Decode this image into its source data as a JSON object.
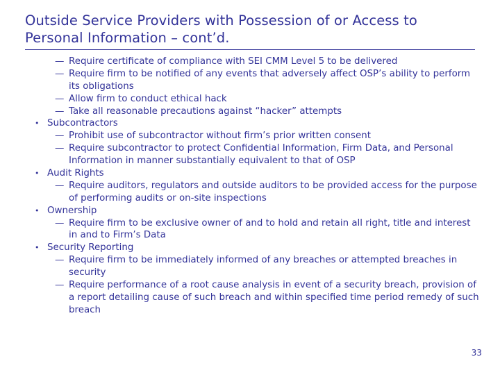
{
  "slide": {
    "title": "Outside Service Providers with Possession of or Access to Personal Information – cont’d.",
    "page_number": "33",
    "accent_color": "#333399",
    "dash_marker": "—",
    "dot_marker": "•",
    "lines": [
      {
        "level": 2,
        "text": "Require certificate of compliance with SEI CMM Level 5 to be delivered"
      },
      {
        "level": 2,
        "text": "Require firm to be notified of any events that adversely affect OSP’s ability to perform its obligations"
      },
      {
        "level": 2,
        "text": "Allow firm to conduct ethical hack"
      },
      {
        "level": 2,
        "text": "Take all reasonable precautions against “hacker” attempts"
      },
      {
        "level": 1,
        "text": "Subcontractors"
      },
      {
        "level": 2,
        "text": "Prohibit use of subcontractor without firm’s prior written consent"
      },
      {
        "level": 2,
        "text": "Require subcontractor to protect Confidential Information, Firm Data, and Personal Information in manner substantially equivalent to that of OSP"
      },
      {
        "level": 1,
        "text": "Audit Rights"
      },
      {
        "level": 2,
        "text": "Require auditors, regulators and outside auditors to be provided access for the purpose of performing audits or on-site inspections"
      },
      {
        "level": 1,
        "text": "Ownership"
      },
      {
        "level": 2,
        "text": "Require firm to be exclusive owner of and to hold and retain all right, title and interest in and to Firm’s Data"
      },
      {
        "level": 1,
        "text": "Security Reporting"
      },
      {
        "level": 2,
        "text": "Require firm to be immediately informed of any breaches or attempted breaches in security"
      },
      {
        "level": 2,
        "text": "Require performance of a root cause analysis in event of a security breach, provision of a report detailing cause of such breach and within specified time period remedy of such breach"
      }
    ]
  }
}
